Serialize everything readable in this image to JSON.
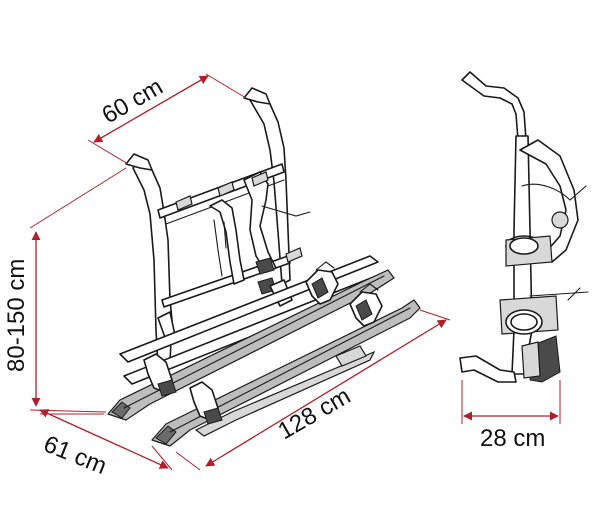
{
  "dimensions": {
    "top_width": "60 cm",
    "height": "80-150 cm",
    "depth": "61 cm",
    "length": "128 cm",
    "side_depth": "28 cm"
  },
  "colors": {
    "dimension_lines": "#b0202a",
    "outline": "#1a1a1a",
    "rail_fill": "#bdbdbd"
  }
}
